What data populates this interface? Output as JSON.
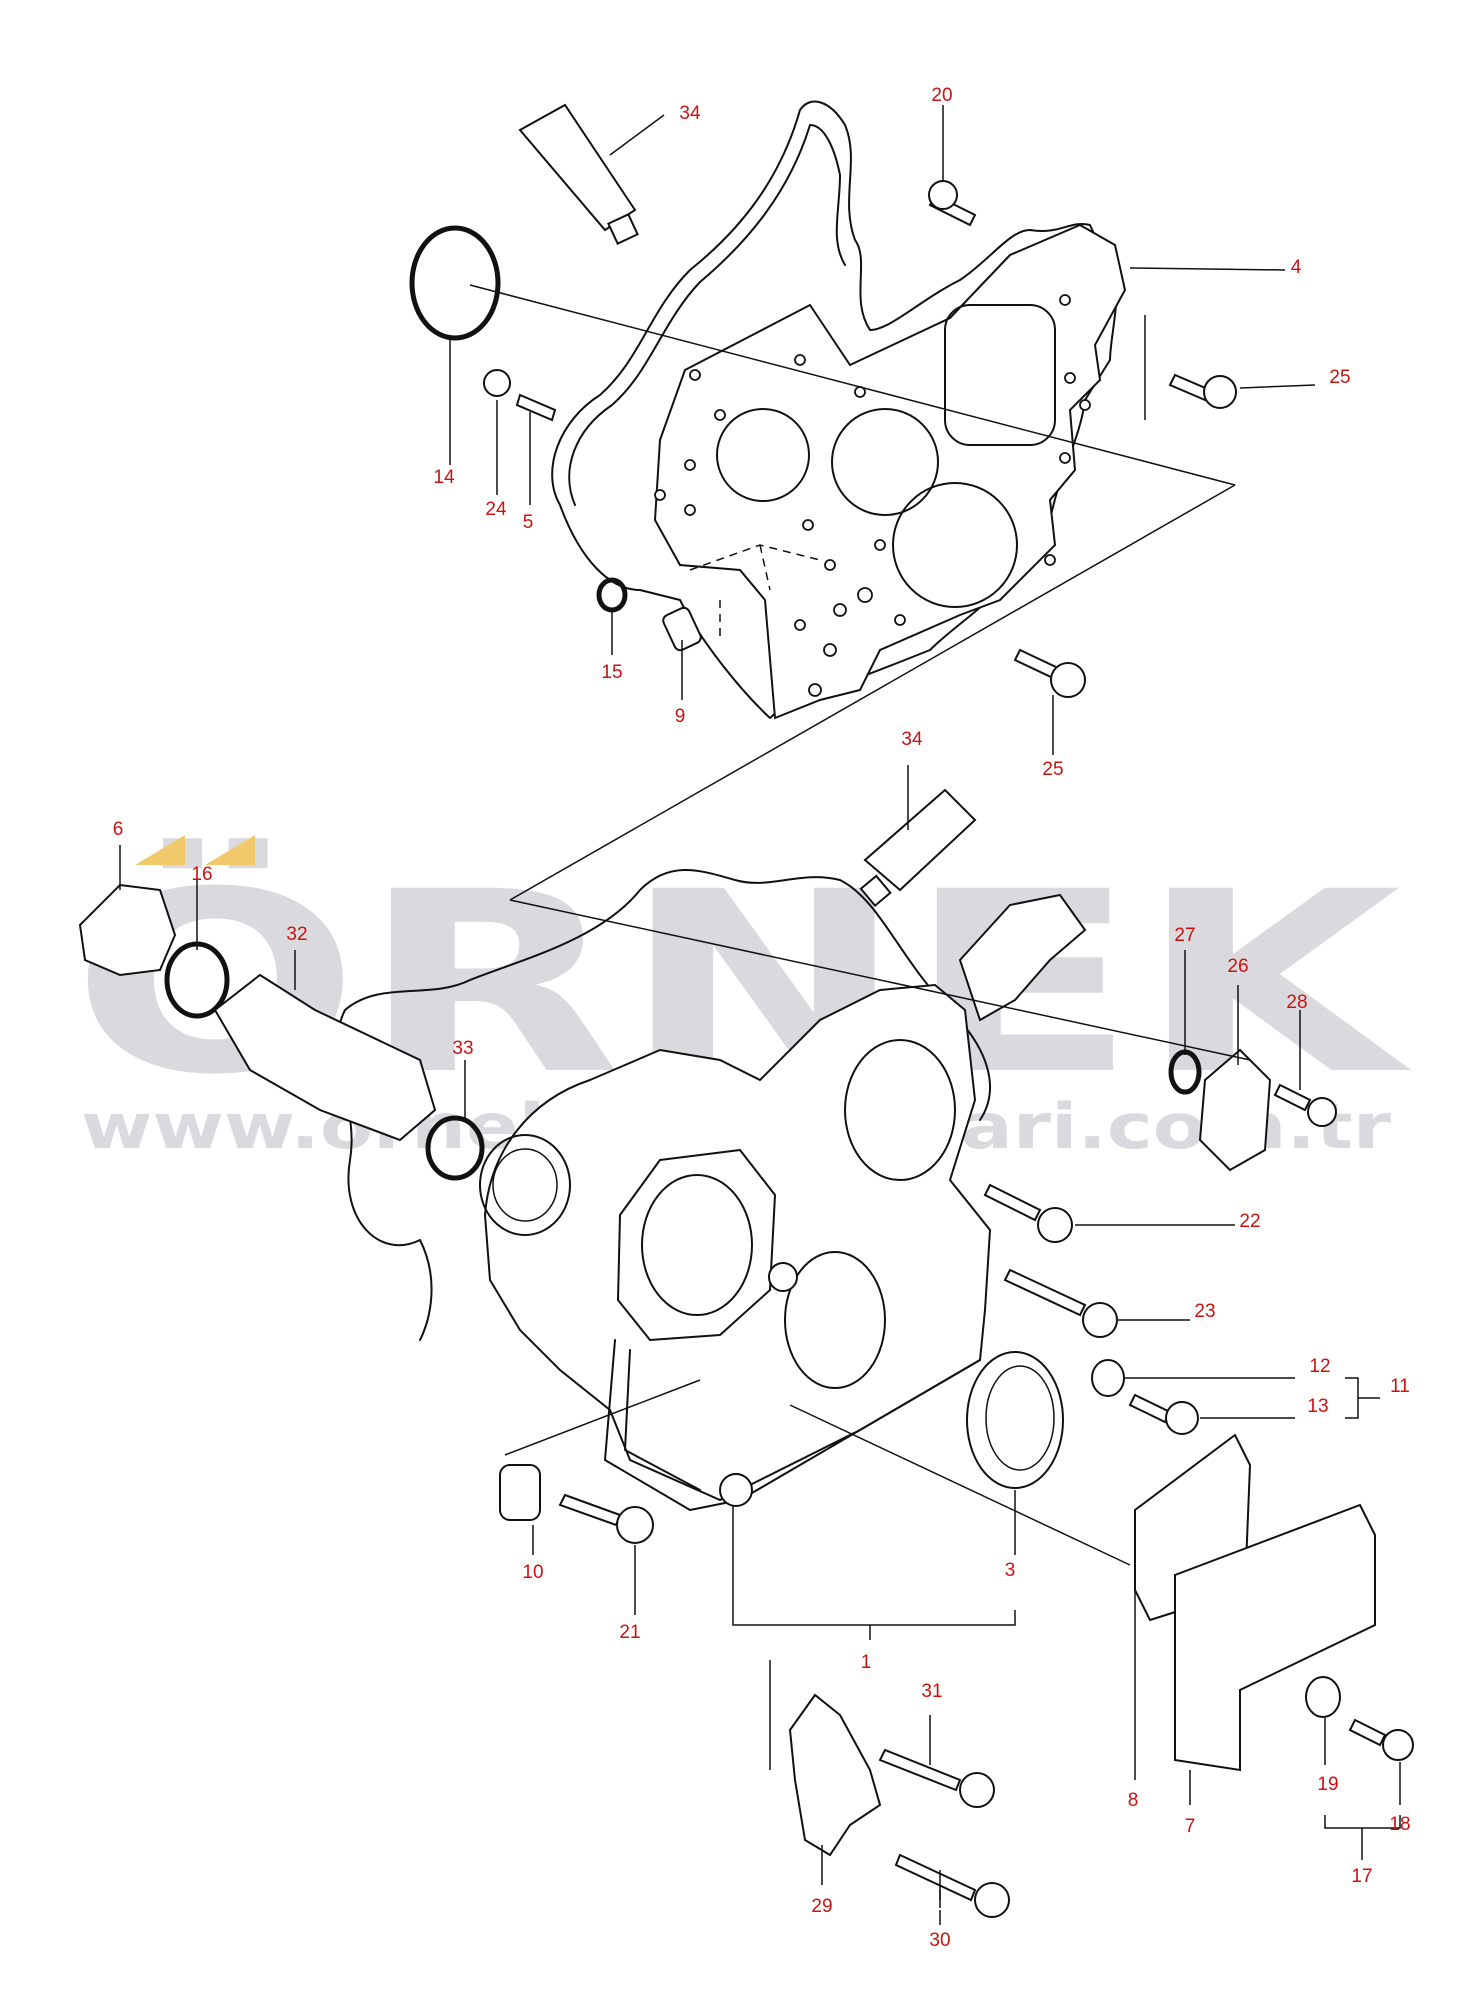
{
  "colors": {
    "label": "#cc1111",
    "line": "#111111",
    "watermark": "#d9d9de",
    "watermark_accent": "#f2c96a"
  },
  "watermark": {
    "brand": "ÖRNEK",
    "url": "www.orneksmakinalari.com.tr"
  },
  "callouts": {
    "c1": "1",
    "c3": "3",
    "c4": "4",
    "c5": "5",
    "c6": "6",
    "c7": "7",
    "c8": "8",
    "c9": "9",
    "c10": "10",
    "c11": "11",
    "c12": "12",
    "c13": "13",
    "c14": "14",
    "c15": "15",
    "c16": "16",
    "c17": "17",
    "c18": "18",
    "c19": "19",
    "c20": "20",
    "c21": "21",
    "c22": "22",
    "c23": "23",
    "c24": "24",
    "c25a": "25",
    "c25b": "25",
    "c26": "26",
    "c27": "27",
    "c28": "28",
    "c29": "29",
    "c30": "30",
    "c31": "31",
    "c32": "32",
    "c33": "33",
    "c34a": "34",
    "c34b": "34"
  }
}
